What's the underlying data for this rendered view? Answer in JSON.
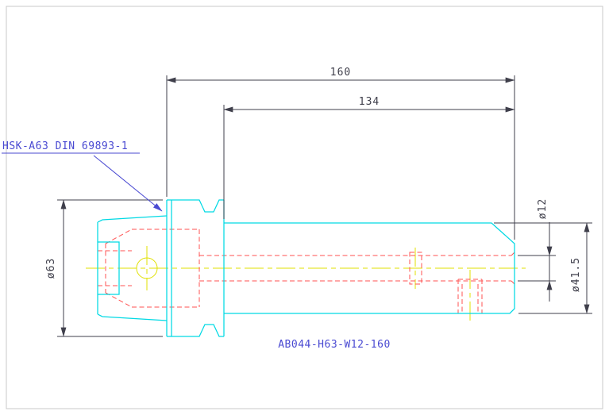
{
  "window": {
    "background": "#ffffff",
    "frame_color": "#c8c8c8"
  },
  "drawing": {
    "callout": "HSK-A63 DIN 69893-1",
    "part_number": "AB044-H63-W12-160",
    "dimensions": {
      "overall_length": "160",
      "projection_length": "134",
      "flange_diameter": "ø63",
      "bore_diameter": "ø12",
      "body_diameter": "ø41.5"
    },
    "colors": {
      "background": "#ffffff",
      "frame": "#c8c8c8",
      "outline": "#00d9e4",
      "hidden": "#ff5252",
      "centerline": "#e0e000",
      "dimension": "#3f3f4b",
      "label": "#4a4ad2"
    }
  }
}
